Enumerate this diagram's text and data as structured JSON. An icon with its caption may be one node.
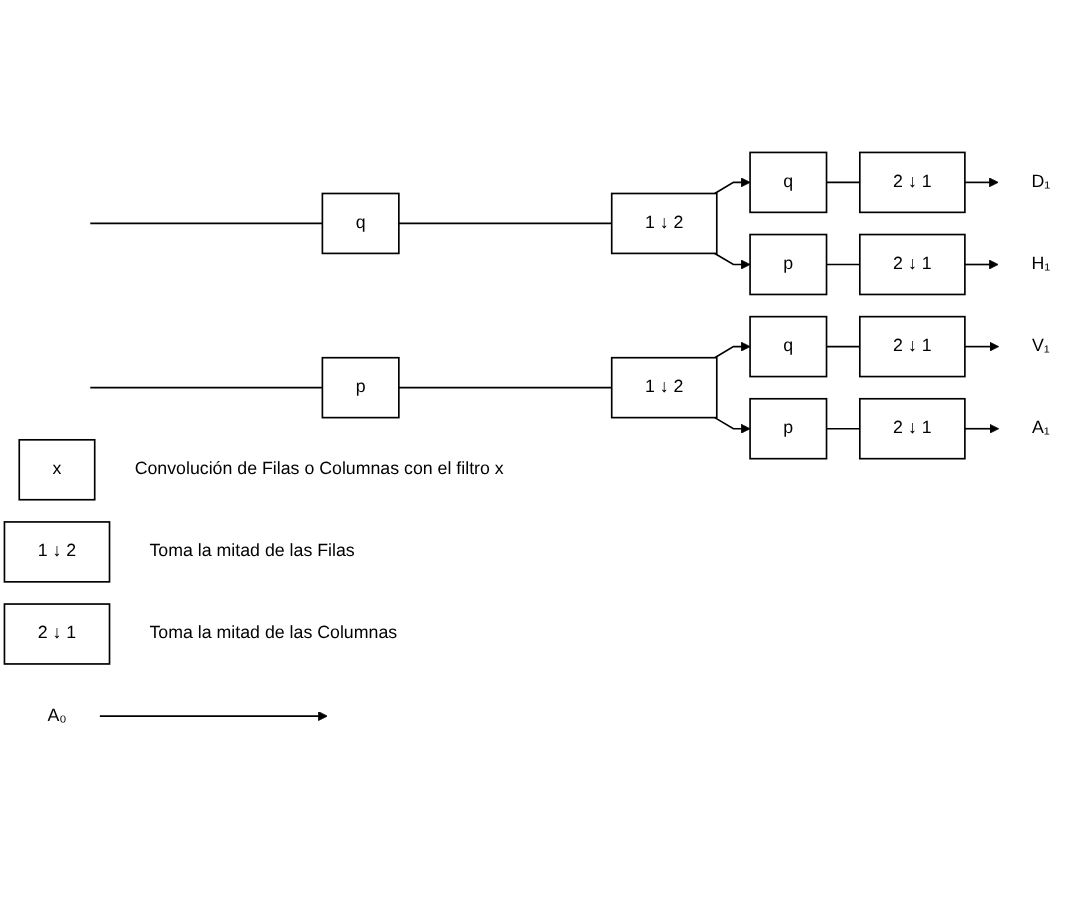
{
  "diagram": {
    "nodes": [
      {
        "text": [
          "q"
        ]
      },
      {
        "text": [
          "1 ↓ 2"
        ]
      },
      {
        "text": [
          "q"
        ]
      },
      {
        "text": [
          "2 ↓ 1"
        ]
      },
      {
        "text": [
          "D₁"
        ]
      },
      {
        "text": [
          "p"
        ]
      },
      {
        "text": [
          "2 ↓ 1"
        ]
      },
      {
        "text": [
          "H₁"
        ]
      },
      {
        "text": [
          "A₀"
        ]
      },
      {
        "text": [
          "p"
        ]
      },
      {
        "text": [
          "1 ↓ 2"
        ]
      },
      {
        "text": [
          "q"
        ]
      },
      {
        "text": [
          "2 ↓ 1"
        ]
      },
      {
        "text": [
          "V₁"
        ]
      },
      {
        "text": [
          "p"
        ]
      },
      {
        "text": [
          "2 ↓ 1"
        ]
      },
      {
        "text": [
          "A₁"
        ]
      },
      {
        "text": [
          "x"
        ],
        "beside": [
          "Convolución de Filas o Columnas con el filtro x"
        ]
      },
      {
        "text": [
          "1 ↓ 2"
        ],
        "beside": [
          "Toma la mitad de las Filas"
        ]
      },
      {
        "text": [
          "2 ↓ 1"
        ],
        "beside": [
          "Toma la mitad de las Columnas"
        ]
      }
    ],
    "edges": [
      {
        "from": null,
        "to": 0,
        "arrow": "none"
      },
      {
        "from": 0,
        "to": 1,
        "arrow": "none"
      },
      {
        "from": 1,
        "to": 2,
        "arrow": "to"
      },
      {
        "from": 1,
        "to": 5,
        "arrow": "to"
      },
      {
        "from": 2,
        "to": 3,
        "arrow": "none"
      },
      {
        "from": 3,
        "to": 4,
        "arrow": "to"
      },
      {
        "from": 5,
        "to": 6,
        "arrow": "none"
      },
      {
        "from": 6,
        "to": 7,
        "arrow": "to"
      },
      {
        "from": 8,
        "to": null,
        "arrow": "to"
      },
      {
        "from": null,
        "to": 9,
        "arrow": "none"
      },
      {
        "from": 9,
        "to": 10,
        "arrow": "none"
      },
      {
        "from": 10,
        "to": 11,
        "arrow": "to"
      },
      {
        "from": 10,
        "to": 14,
        "arrow": "to"
      },
      {
        "from": 11,
        "to": 12,
        "arrow": "none"
      },
      {
        "from": 12,
        "to": 13,
        "arrow": "to"
      },
      {
        "from": 14,
        "to": 15,
        "arrow": "none"
      },
      {
        "from": 15,
        "to": 16,
        "arrow": "to"
      }
    ]
  }
}
